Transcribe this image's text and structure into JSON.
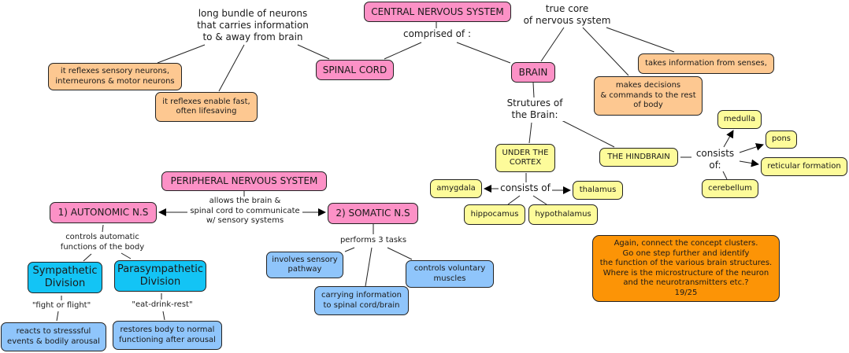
{
  "concepts": {
    "cns": "CENTRAL NERVOUS SYSTEM",
    "spinal_cord": "SPINAL CORD",
    "brain": "BRAIN",
    "reflex_neurons": "it reflexes sensory neurons,\ninterneurons & motor neurons",
    "reflex_fast": "it reflexes enable fast,\noften lifesaving",
    "takes_info": "takes information from senses,",
    "makes_decisions": "makes decisions\n& commands to the rest\nof body",
    "under_cortex": "UNDER THE\nCORTEX",
    "hindbrain": "THE HINDBRAIN",
    "amygdala": "amygdala",
    "thalamus": "thalamus",
    "hippocamus": "hippocamus",
    "hypothalamus": "hypothalamus",
    "medulla": "medulla",
    "pons": "pons",
    "reticular": "reticular formation",
    "cerebellum": "cerebellum",
    "pns": "PERIPHERAL NERVOUS SYSTEM",
    "autonomic": "1) AUTONOMIC N.S",
    "somatic": "2) SOMATIC N.S",
    "sympathetic": "Sympathetic\nDivision",
    "parasympathetic": "Parasympathetic\nDivision",
    "reacts": "reacts to stresssful\nevents & bodily arousal",
    "restores": "restores body to normal\nfunctioning after arousal",
    "sensory_pathway": "involves sensory\npathway",
    "carrying_info": "carrying information\nto spinal cord/brain",
    "voluntary": "controls voluntary\nmuscles",
    "feedback": "Again, connect the concept clusters.\nGo one step further and identify\nthe function of the various brain structures.\nWhere is the microstructure of the neuron\nand the neurotransmitters etc.?\n19/25"
  },
  "linking_phrases": {
    "comprised_of": "comprised of :",
    "long_bundle": "long bundle of neurons\nthat carries information\nto & away from brain",
    "true_core": "true core\nof nervous system",
    "structures": "Strutures of\nthe Brain:",
    "consists_of_cortex": "consists of",
    "consists_of_hind": "consists\nof:",
    "allows": "allows the brain &\nspinal cord to communicate\nw/ sensory systems",
    "controls_automatic": "controls automatic\nfunctions of the body",
    "fight_flight": "\"fight or flight\"",
    "eat_drink": "\"eat-drink-rest\"",
    "performs": "performs 3 tasks"
  },
  "colors": {
    "pink": "#fc91c6",
    "peach": "#fdc891",
    "yellow": "#fdfb9a",
    "cyan": "#13c4f5",
    "light_blue": "#8fc5fb",
    "orange": "#fc9406"
  }
}
